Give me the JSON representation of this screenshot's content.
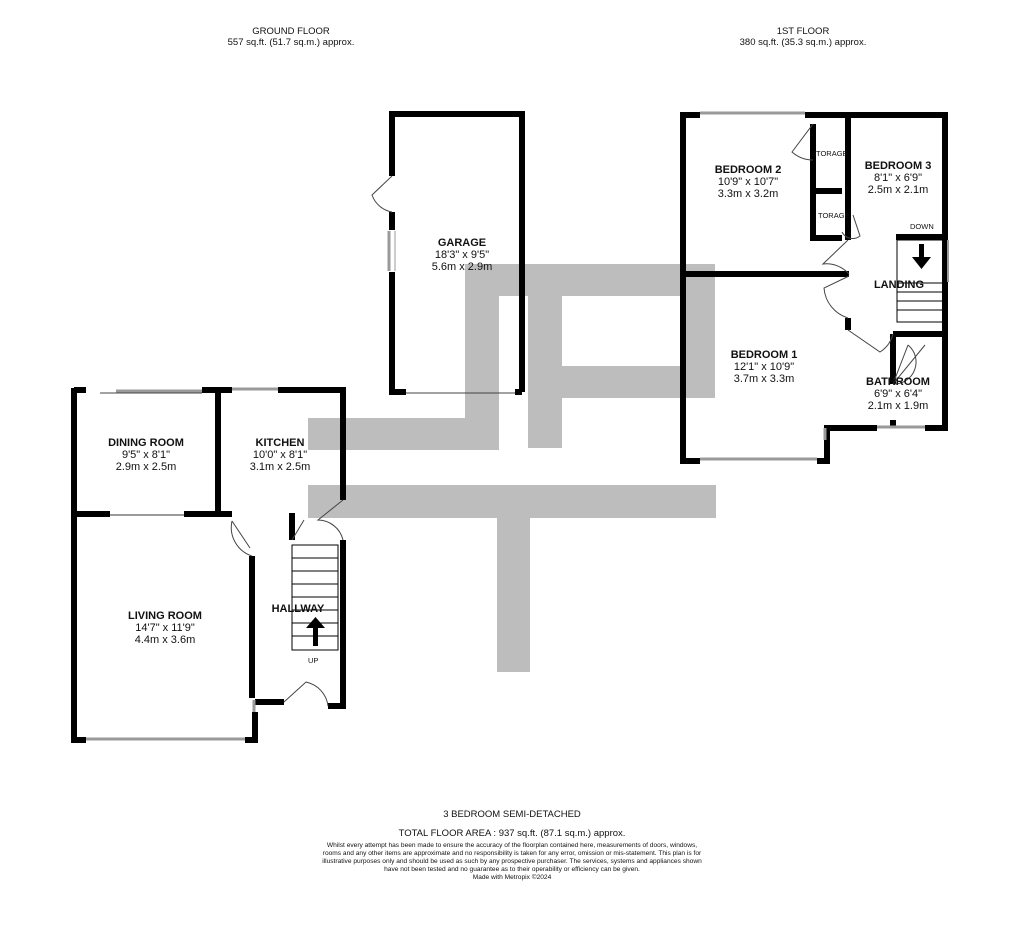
{
  "ground_floor": {
    "title": "GROUND FLOOR",
    "area": "557 sq.ft. (51.7 sq.m.) approx.",
    "rooms": [
      {
        "name": "GARAGE",
        "imperial": "18'3\"  x 9'5\"",
        "metric": "5.6m  x 2.9m"
      },
      {
        "name": "DINING ROOM",
        "imperial": "9'5\"  x 8'1\"",
        "metric": "2.9m  x 2.5m"
      },
      {
        "name": "KITCHEN",
        "imperial": "10'0\"  x 8'1\"",
        "metric": "3.1m  x 2.5m"
      },
      {
        "name": "LIVING ROOM",
        "imperial": "14'7\"  x 11'9\"",
        "metric": "4.4m  x 3.6m"
      },
      {
        "name": "HALLWAY"
      }
    ],
    "stair_label": "UP"
  },
  "first_floor": {
    "title": "1ST FLOOR",
    "area": "380 sq.ft. (35.3 sq.m.) approx.",
    "rooms": [
      {
        "name": "BEDROOM 2",
        "imperial": "10'9\"  x 10'7\"",
        "metric": "3.3m  x 3.2m"
      },
      {
        "name": "BEDROOM 3",
        "imperial": "8'1\"  x 6'9\"",
        "metric": "2.5m  x 2.1m"
      },
      {
        "name": "BEDROOM 1",
        "imperial": "12'1\"  x 10'9\"",
        "metric": "3.7m  x 3.3m"
      },
      {
        "name": "BATHROOM",
        "imperial": "6'9\"  x 6'4\"",
        "metric": "2.1m  x 1.9m"
      },
      {
        "name": "LANDING"
      }
    ],
    "storage_labels": [
      "STORAGE",
      "TORAGE"
    ],
    "stair_label": "DOWN"
  },
  "footer": {
    "property_type": "3 BEDROOM SEMI-DETACHED",
    "total_area": "TOTAL FLOOR AREA : 937 sq.ft. (87.1 sq.m.) approx.",
    "disclaimer": "Whilst every attempt has been made to ensure the accuracy of the floorplan contained here, measurements of doors, windows, rooms and any other items are approximate and no responsibility is taken for any error, omission or mis-statement. This plan is for illustrative purposes only and should be used as such by any prospective purchaser. The services, systems and appliances shown have not been tested and no guarantee as to their operability or efficiency can be given.",
    "made_with": "Made with Metropix ©2024"
  },
  "colors": {
    "wall": "#000000",
    "watermark": "#bdbdbd",
    "window": "#9a9a9a"
  }
}
